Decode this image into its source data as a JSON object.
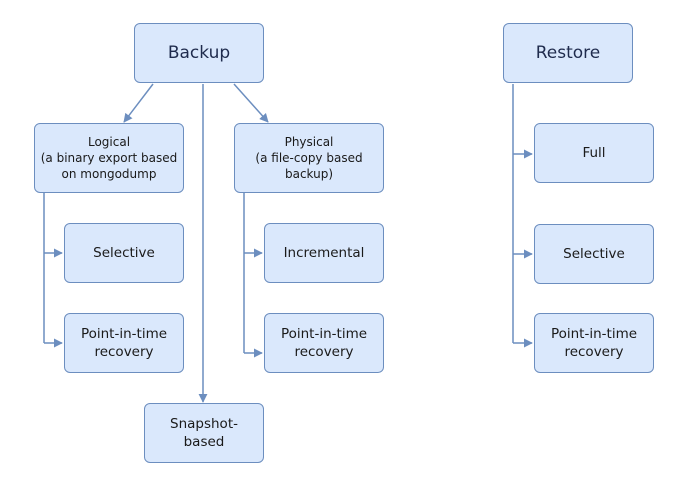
{
  "backup": {
    "title": "Backup",
    "logical": {
      "line1": "Logical",
      "line2": "(a binary export based",
      "line3": "on mongodump"
    },
    "physical": {
      "line1": "Physical",
      "line2": "(a file-copy based",
      "line3": "backup)"
    },
    "logical_children": {
      "selective": "Selective",
      "pitr_line1": "Point-in-time",
      "pitr_line2": "recovery"
    },
    "physical_children": {
      "incremental": "Incremental",
      "pitr_line1": "Point-in-time",
      "pitr_line2": "recovery"
    },
    "snapshot": {
      "line1": "Snapshot-",
      "line2": "based"
    }
  },
  "restore": {
    "title": "Restore",
    "full": "Full",
    "selective": "Selective",
    "pitr_line1": "Point-in-time",
    "pitr_line2": "recovery"
  },
  "colors": {
    "node_fill": "#dae8fc",
    "node_stroke": "#6c8ebf",
    "connector": "#6c8ebf"
  }
}
